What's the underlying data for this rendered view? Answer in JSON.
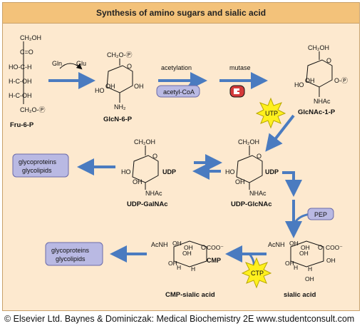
{
  "title": "Synthesis of amino sugars and sialic acid",
  "copyright": "© Elsevier Ltd. Baynes & Dominiczak: Medical Biochemistry 2E www.studentconsult.com",
  "colors": {
    "arrow": "#4a7bc0",
    "panel": "#fde9cf",
    "titlebar": "#f3c27a",
    "box": "#b9b9e3",
    "star": "#fff01e",
    "mutase": "#d43a3a"
  },
  "compounds": {
    "fru6p": {
      "name": "Fru-6-P",
      "atoms": [
        "CH₂OH",
        "C=O",
        "HO-C-H",
        "H-C-OH",
        "H-C-OH",
        "CH₂O-Ⓟ"
      ]
    },
    "glcn6p": {
      "name": "GlcN-6-P",
      "top": "CH₂O-Ⓟ",
      "oh_left": "OH",
      "ho": "HO",
      "oh_bottom": "OH",
      "sub": "NH₂"
    },
    "glcnac1p": {
      "name": "GlcNAc-1-P",
      "top": "CH₂OH",
      "ho": "HO",
      "oh": "OH",
      "sub": "NHAc",
      "anomeric": "O-Ⓟ"
    },
    "udpglcnac": {
      "name": "UDP-GlcNAc",
      "top": "CH₂OH",
      "ho": "HO",
      "oh": "OH",
      "sub": "NHAc",
      "group": "UDP"
    },
    "udpgalnac": {
      "name": "UDP-GalNAc",
      "top": "CH₂OH",
      "ho": "HO",
      "oh": "OH",
      "sub": "NHAc",
      "group": "UDP"
    },
    "sialic": {
      "name": "sialic acid",
      "acnh": "AcNH",
      "oh_a": "OH",
      "oh_b": "OH",
      "coo": "COO⁻",
      "oh_c": "OH",
      "h1": "H",
      "h2": "H",
      "oh_d": "OH",
      "oh_e": "OH",
      "oh_f": "OH"
    },
    "cmpsialic": {
      "name": "CMP-sialic acid",
      "acnh": "AcNH",
      "oh_a": "OH",
      "oh_b": "OH",
      "coo": "COO⁻",
      "cmp": "CMP",
      "oh_c": "OH",
      "h1": "H",
      "h2": "H",
      "oh_d": "OH"
    }
  },
  "steps": {
    "gln": "Gln",
    "glu": "Glu",
    "acetylation": "acetylation",
    "acetyl_coa": "acetyl-CoA",
    "mutase": "mutase",
    "utp": "UTP",
    "pep": "PEP",
    "ctp": "CTP"
  },
  "products": {
    "box1": [
      "glycoproteins",
      "glycolipids"
    ],
    "box2": [
      "glycoproteins",
      "glycolipids"
    ]
  }
}
